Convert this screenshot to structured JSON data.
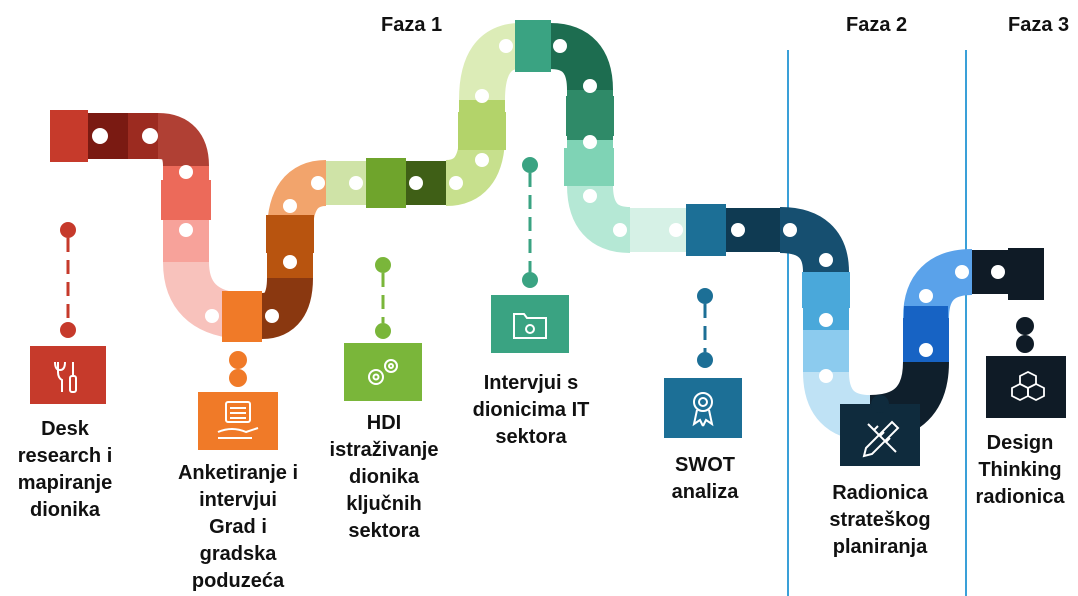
{
  "phases": [
    {
      "label": "Faza 1"
    },
    {
      "label": "Faza 2"
    },
    {
      "label": "Faza 3"
    }
  ],
  "steps": [
    {
      "label": "Desk\nresearch i\nmapiranje\ndionika",
      "icon": "tools-icon",
      "color": "#c63a2b"
    },
    {
      "label": "Anketiranje i\nintervjui\nGrad i\ngradska\npoduzeća",
      "icon": "survey-hand-icon",
      "color": "#f07a28"
    },
    {
      "label": "HDI\nistraživanje\ndionika\nključnih\nsektora",
      "icon": "gears-icon",
      "color": "#7ab63a"
    },
    {
      "label": "Intervjui s\ndionicima IT\nsektora",
      "icon": "folder-gear-icon",
      "color": "#3aa382"
    },
    {
      "label": "SWOT\nanaliza",
      "icon": "award-icon",
      "color": "#1c6f96"
    },
    {
      "label": "Radionica\nstrateškog\nplaniranja",
      "icon": "pencil-ruler-icon",
      "color": "#0f2b3d"
    },
    {
      "label": "Design\nThinking\nradionica",
      "icon": "cubes-icon",
      "color": "#0f1b26"
    }
  ]
}
